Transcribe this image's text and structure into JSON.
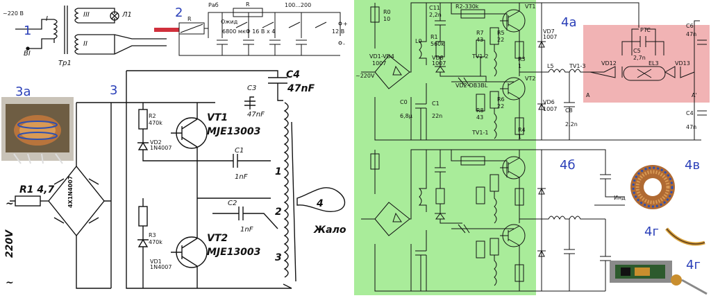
{
  "panel_labels": {
    "p1": "1",
    "p2": "2",
    "p3": "3",
    "p3a": "3a",
    "p4a": "4а",
    "p4b": "4б",
    "p4v": "4в",
    "p4g1": "4г",
    "p4g2": "4г"
  },
  "diagram1": {
    "mains": "~220 В",
    "winding_i": "I",
    "winding_ii": "II",
    "winding_iii": "III",
    "switch": "ВI",
    "transformer": "Тр1",
    "lamp": "Л1"
  },
  "diagram2": {
    "r_label": "R",
    "mode_work": "Раб",
    "mode_wait": "Ожид",
    "r2": "R",
    "cap_bank": "6800 мкФ  16 В x 4",
    "range": "100...200",
    "plus": "+",
    "minus": "-",
    "voltage": "12 В"
  },
  "diagram3": {
    "c4": "C4",
    "c4v": "47nF",
    "c3": "C3",
    "c3v": "47nF",
    "c1": "C1",
    "c1v": "1nF",
    "c2": "C2",
    "c2v": "1nF",
    "vt1": "VT1",
    "vt1m": "MJE13003",
    "vt2": "VT2",
    "vt2m": "MJE13003",
    "r2": "R2",
    "r2v": "470k",
    "r3": "R3",
    "r3v": "470k",
    "vd2": "VD2",
    "vd2m": "1N4007",
    "vd1": "VD1",
    "vd1m": "1N4007",
    "r1": "R1 4,7",
    "bridge": "4X1N4007",
    "mains": "220V",
    "tip": "Жало",
    "tip_num": "4",
    "w1": "1",
    "w2": "2",
    "w3": "3",
    "tilde1": "~",
    "tilde2": "~"
  },
  "diagram4a": {
    "r0": "R0",
    "r0v": "10",
    "c11": "C11",
    "c11v": "2,2n",
    "r2": "R2-330k",
    "vt1": "VT1",
    "vt2": "VT2",
    "l0": "L0",
    "r1": "R1",
    "r1v": "560k",
    "vd8": "VD8",
    "vd8v": "1007",
    "r7": "R7",
    "r7v": "43",
    "r5": "R5",
    "r5v": "22",
    "tv12": "TV1-2",
    "r3": "R3",
    "r3v": "1",
    "vd7": "VD7",
    "vd7v": "1007",
    "l5": "L5",
    "tv13": "TV1-3",
    "vd14": "VD1-VD4",
    "vd14v": "1007",
    "ac": "~220V",
    "vd2db": "VD2-DB3BL",
    "c0": "C0",
    "c0v": "6,8μ",
    "c1": "C1",
    "c1v": "22n",
    "r8": "R8",
    "r8v": "43",
    "r6": "R6",
    "r6v": "22",
    "tv11": "TV1-1",
    "r4": "R4",
    "r4v": "1",
    "vd6": "VD6",
    "vd6v": "1007",
    "c8": "C8",
    "c8v": "2,2n",
    "c6": "C6",
    "c6v": "47n",
    "c4": "C4",
    "c4v": "47n",
    "ptc": "PTC",
    "c5": "C5",
    "c5v": "2,7n",
    "el3": "EL3",
    "vd12": "VD12",
    "vd13": "VD13",
    "a": "A",
    "a2": "A'"
  },
  "diagram4b": {
    "ind": "Инд"
  },
  "colors": {
    "green": "#a9ec9a",
    "red": "#f1b3b4",
    "blue": "#2a3fb8",
    "line": "#111111"
  }
}
